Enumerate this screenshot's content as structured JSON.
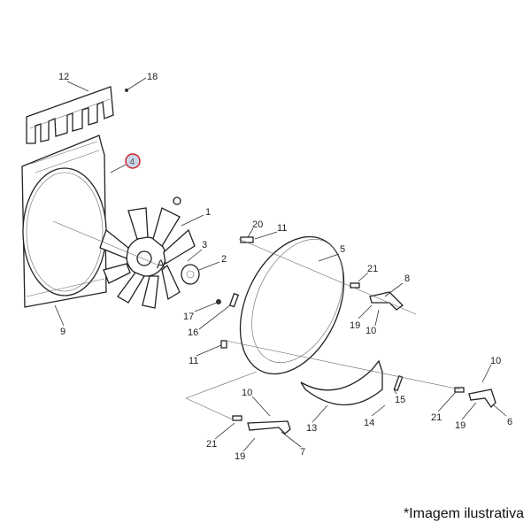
{
  "callouts": {
    "c12": "12",
    "c18": "18",
    "c4": "4",
    "c1": "1",
    "c20": "20",
    "c11a": "11",
    "c3": "3",
    "c5": "5",
    "c2": "2",
    "c21a": "21",
    "c8": "8",
    "c17": "17",
    "c19a": "19",
    "c10a": "10",
    "c16": "16",
    "c11b": "11",
    "c9": "9",
    "c10b": "10",
    "c10c": "10",
    "c15": "15",
    "c13": "13",
    "c14": "14",
    "c21b": "21",
    "c19b": "19",
    "c6": "6",
    "c21c": "21",
    "c7": "7",
    "c19c": "19",
    "cA": "A"
  },
  "highlight_color": "#d0252b",
  "caption": "*Imagem ilustrativa"
}
